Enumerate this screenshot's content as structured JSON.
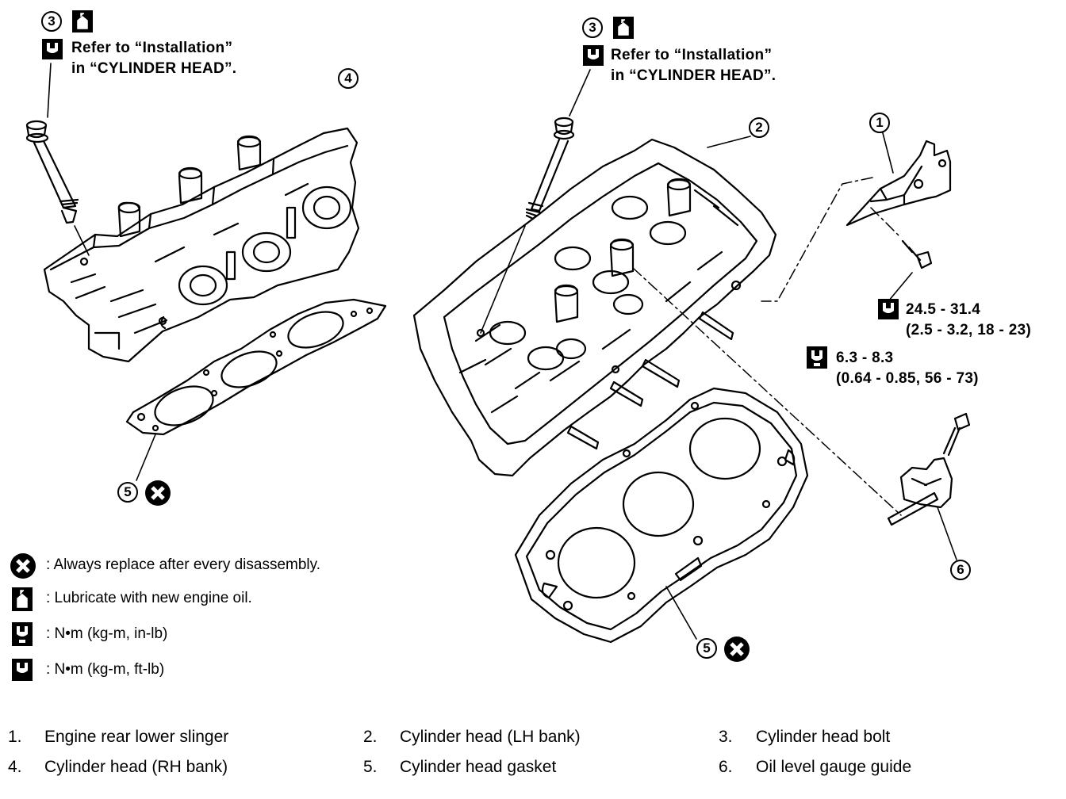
{
  "callouts": {
    "bolt_left": {
      "num": "3",
      "line1": "Refer to “Installation”",
      "line2": "in “CYLINDER HEAD”."
    },
    "bolt_right": {
      "num": "3",
      "line1": "Refer to “Installation”",
      "line2": "in “CYLINDER HEAD”."
    },
    "head_rh": {
      "num": "4"
    },
    "head_lh": {
      "num": "2"
    },
    "slinger": {
      "num": "1"
    },
    "gauge_guide": {
      "num": "6"
    },
    "gasket_left": {
      "num": "5"
    },
    "gasket_right": {
      "num": "5"
    }
  },
  "torques": {
    "slinger_bolt": {
      "line1": "24.5 - 31.4",
      "line2": "(2.5 - 3.2, 18 - 23)"
    },
    "guide_bolt": {
      "line1": "6.3 - 8.3",
      "line2": "(0.64 - 0.85, 56 - 73)"
    }
  },
  "legend": [
    {
      "icon": "replace-x-icon",
      "text": ": Always replace after every disassembly."
    },
    {
      "icon": "oil-can-icon",
      "text": ": Lubricate with new engine oil."
    },
    {
      "icon": "torque-inlb-icon",
      "text": ":  N•m  (kg-m,  in-lb)"
    },
    {
      "icon": "torque-ftlb-icon",
      "text": ":  N•m  (kg-m,  ft-lb)"
    }
  ],
  "parts": [
    {
      "num": "1.",
      "name": "Engine rear lower slinger"
    },
    {
      "num": "2.",
      "name": "Cylinder head (LH bank)"
    },
    {
      "num": "3.",
      "name": "Cylinder head bolt"
    },
    {
      "num": "4.",
      "name": "Cylinder head (RH bank)"
    },
    {
      "num": "5.",
      "name": "Cylinder head gasket"
    },
    {
      "num": "6.",
      "name": "Oil level gauge guide"
    }
  ]
}
